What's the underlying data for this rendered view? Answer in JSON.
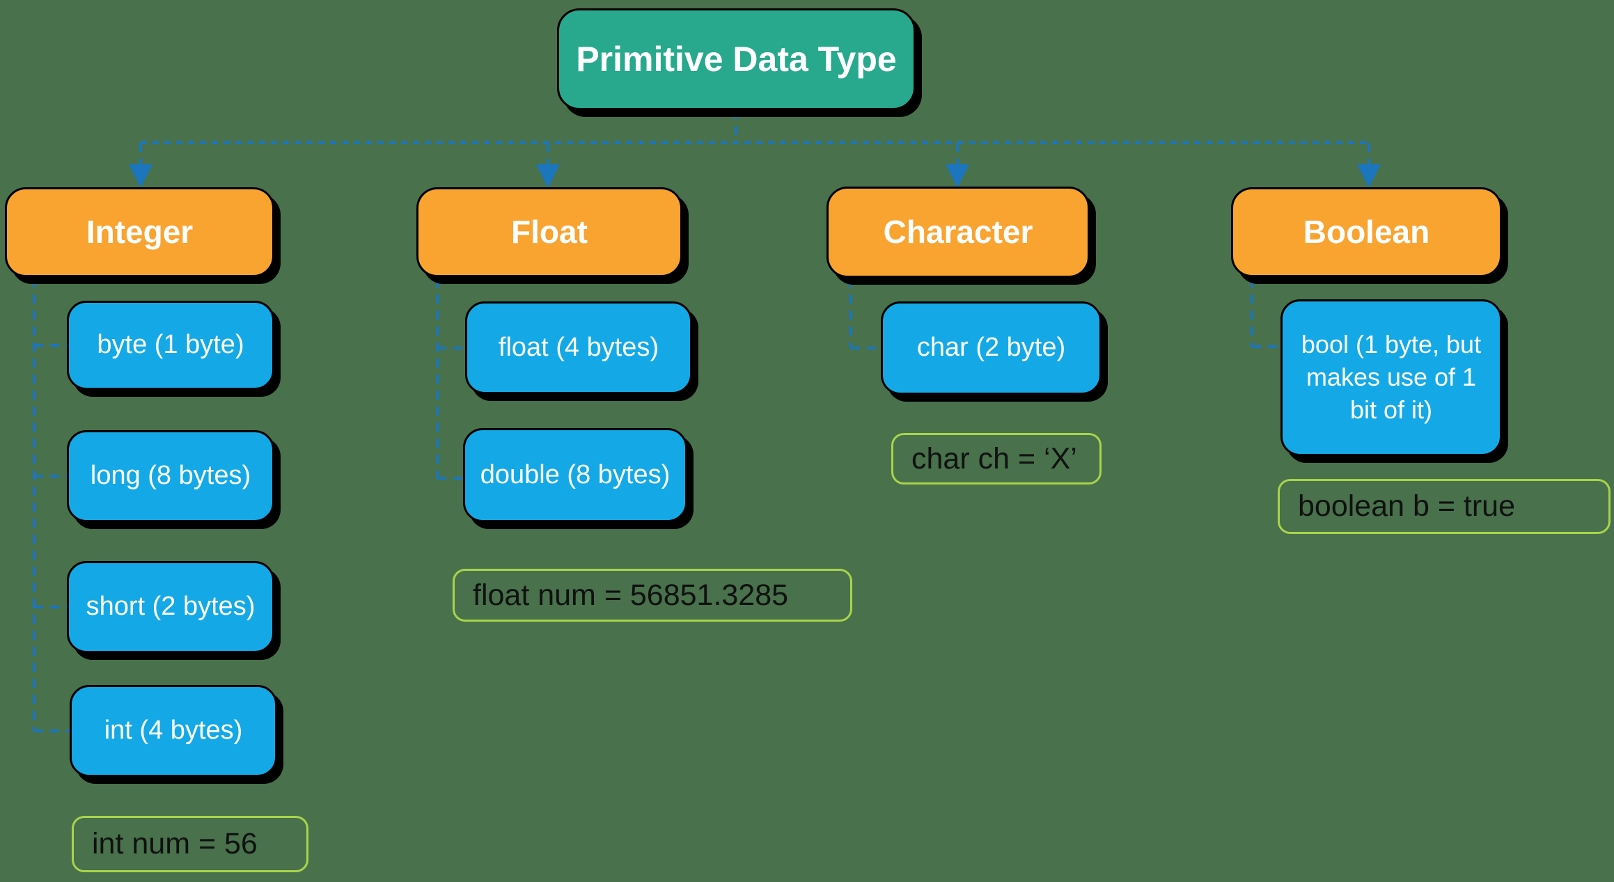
{
  "title": "Primitive Data Type diagram",
  "colors": {
    "background": "#48714C",
    "root_fill": "#28A98D",
    "category_fill": "#F9A331",
    "type_fill": "#14A9E6",
    "connector_blue": "#1C76BE",
    "example_border_green": "#A9D44A",
    "shadow": "#000000",
    "text_light": "#FFFFFF",
    "text_dark": "#111111"
  },
  "root": {
    "label": "Primitive Data Type"
  },
  "categories": [
    {
      "label": "Integer",
      "children": [
        "byte (1 byte)",
        "long (8 bytes)",
        "short (2 bytes)",
        "int (4 bytes)"
      ],
      "example": "int num = 56"
    },
    {
      "label": "Float",
      "children": [
        "float (4 bytes)",
        "double (8 bytes)"
      ],
      "example": "float num = 56851.3285"
    },
    {
      "label": "Character",
      "children": [
        "char (2 byte)"
      ],
      "example": "char ch = ‘X’"
    },
    {
      "label": "Boolean",
      "children": [
        "bool (1 byte, but makes use of 1 bit of it)"
      ],
      "example": "boolean b = true"
    }
  ]
}
